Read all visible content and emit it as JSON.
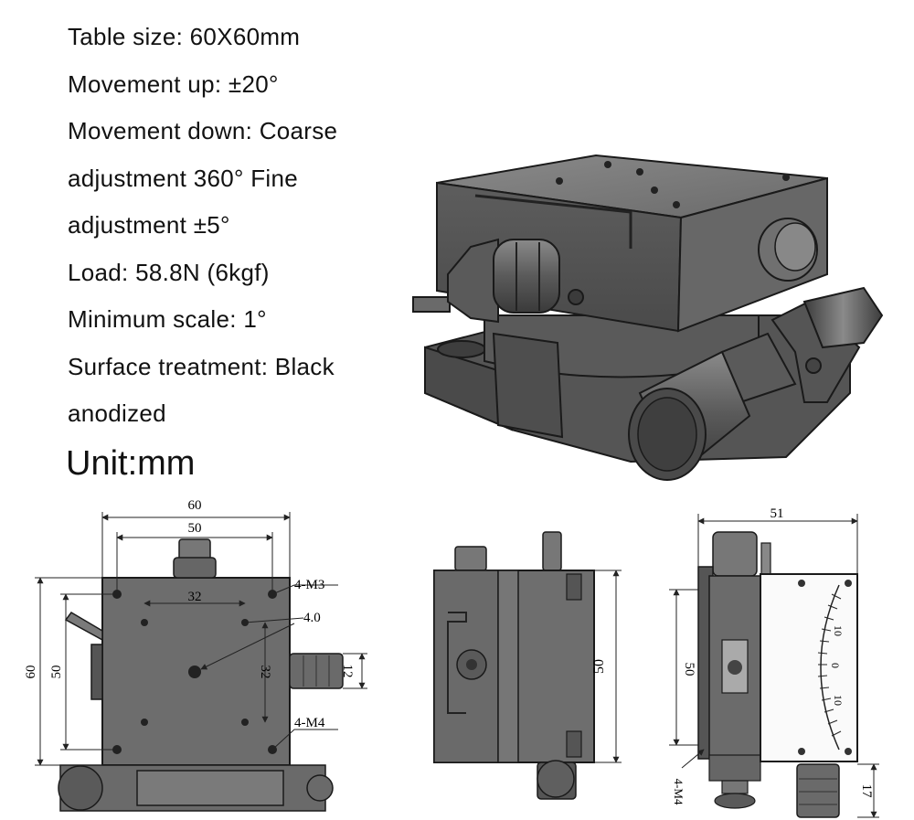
{
  "specs": [
    "Table size: 60X60mm",
    "Movement up: ±20°",
    "Movement down: Coarse",
    "adjustment 360° Fine",
    "adjustment ±5°",
    "Load: 58.8N (6kgf)",
    "Minimum scale: 1°",
    "Surface treatment: Black",
    "anodized"
  ],
  "unit_label": "Unit:mm",
  "top_view": {
    "dim_width_outer": "60",
    "dim_width_inner": "50",
    "dim_hole_spacing_x": "32",
    "dim_height_outer": "60",
    "dim_height_inner": "50",
    "dim_hole_spacing_y": "32",
    "dim_knob": "12",
    "callout_m3": "4-M3",
    "callout_center": "4.0",
    "callout_m4": "4-M4"
  },
  "side_view": {
    "dim_height": "50"
  },
  "end_view": {
    "dim_width": "51",
    "dim_height": "50",
    "dim_knob": "17",
    "callout_m4": "4-M4",
    "scale_labels": [
      "10",
      "0",
      "10"
    ]
  },
  "colors": {
    "metal_dark": "#4a4a4a",
    "metal_mid": "#6b6b6b",
    "metal_light": "#8f8f8f",
    "edge": "#1a1a1a",
    "dimension_line": "#222222"
  }
}
